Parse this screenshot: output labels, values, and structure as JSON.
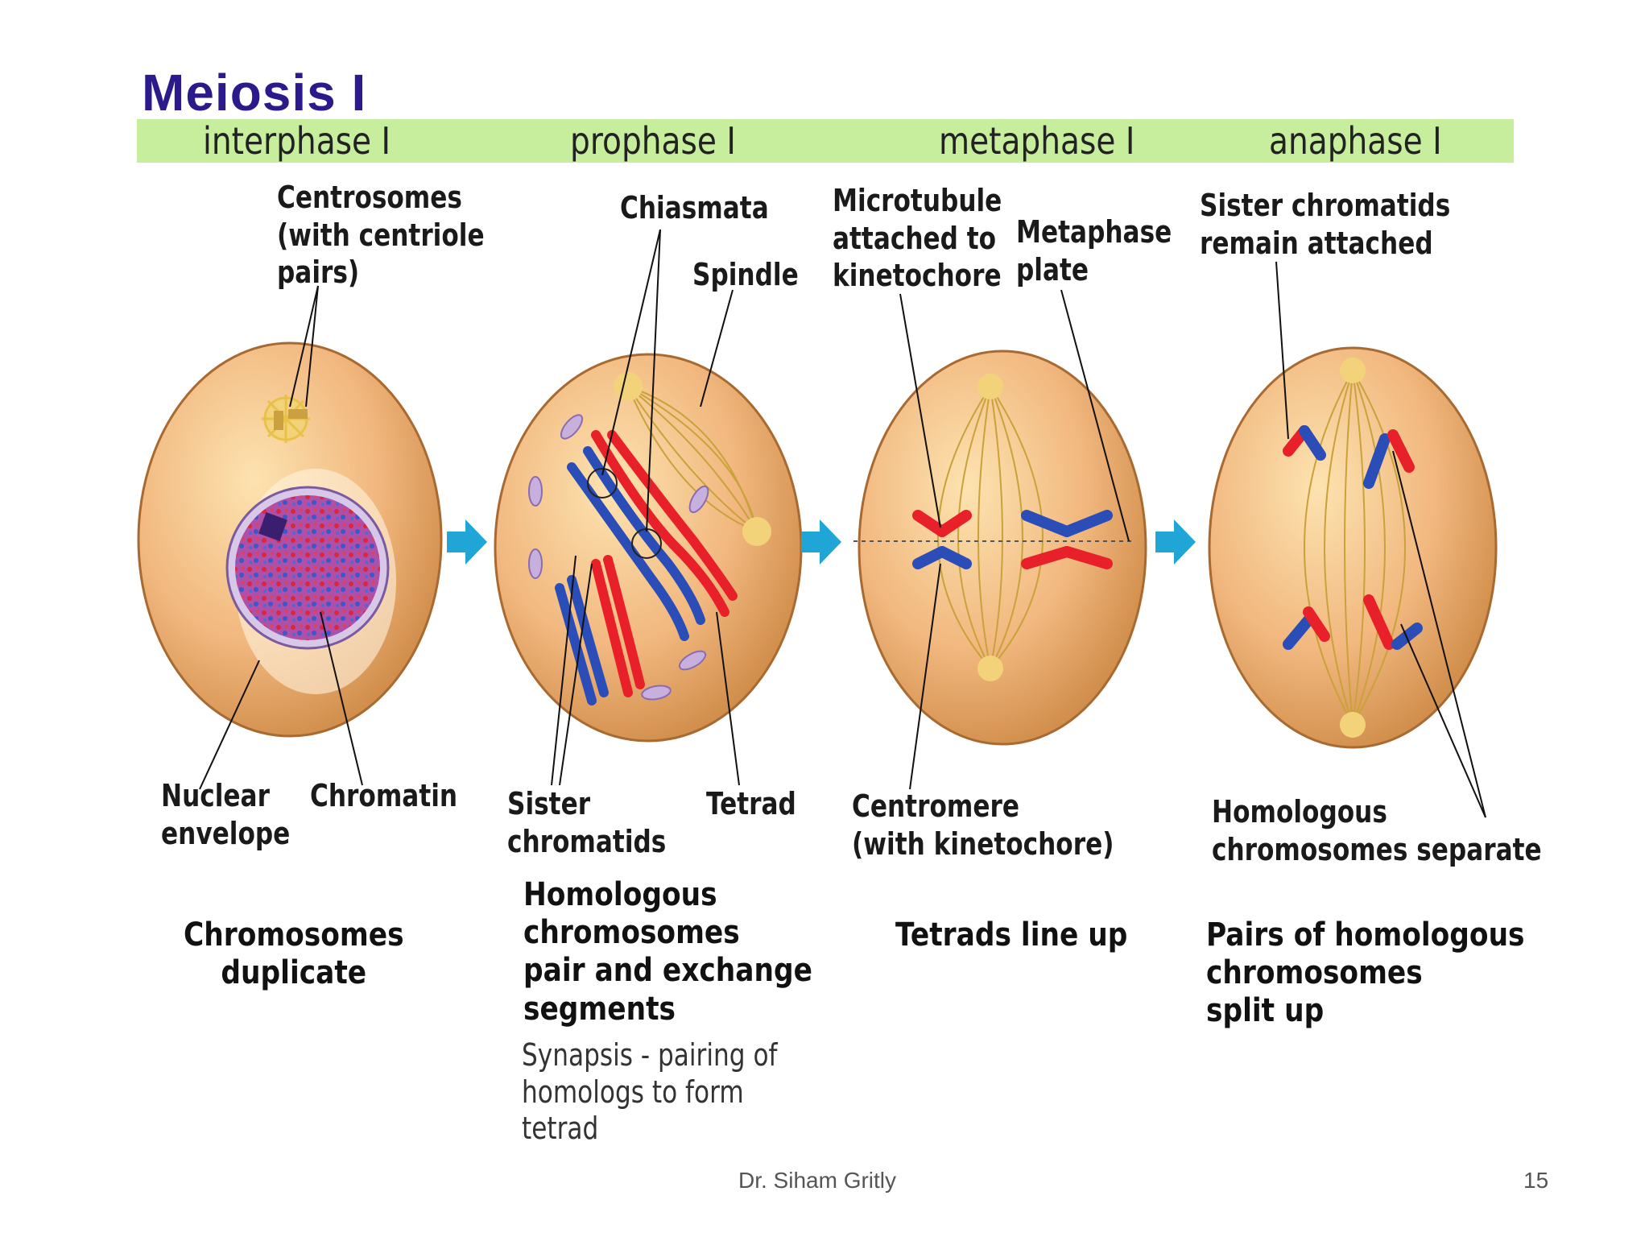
{
  "title": "Meiosis I",
  "phases": [
    "interphase I",
    "prophase I",
    "metaphase I",
    "anaphase I"
  ],
  "labels": {
    "centrosomes": "Centrosomes\n(with centriole\npairs)",
    "nuclear_envelope": "Nuclear\nenvelope",
    "chromatin": "Chromatin",
    "chiasmata": "Chiasmata",
    "spindle": "Spindle",
    "sister_chromatids": "Sister\nchromatids",
    "tetrad": "Tetrad",
    "microtubule": "Microtubule\nattached to\nkinetochore",
    "metaphase_plate": "Metaphase\nplate",
    "centromere": "Centromere\n(with kinetochore)",
    "sister_attached": "Sister chromatids\nremain attached",
    "homologous_separate": "Homologous\nchromosomes separate"
  },
  "captions": {
    "interphase": "Chromosomes\nduplicate",
    "prophase": "Homologous\nchromosomes\npair and exchange\nsegments",
    "metaphase": "Tetrads line up",
    "anaphase": "Pairs of homologous\nchromosomes\nsplit up"
  },
  "note": "Synapsis - pairing of\nhomologs to form\ntetrad",
  "footer": {
    "author": "Dr. Siham Gritly",
    "page": "15"
  },
  "colors": {
    "title": "#2a1a8c",
    "phase_bar": "#c6ee9c",
    "arrow": "#1fa6d6",
    "chrom_red": "#e8202a",
    "chrom_blue": "#2a4db8"
  }
}
